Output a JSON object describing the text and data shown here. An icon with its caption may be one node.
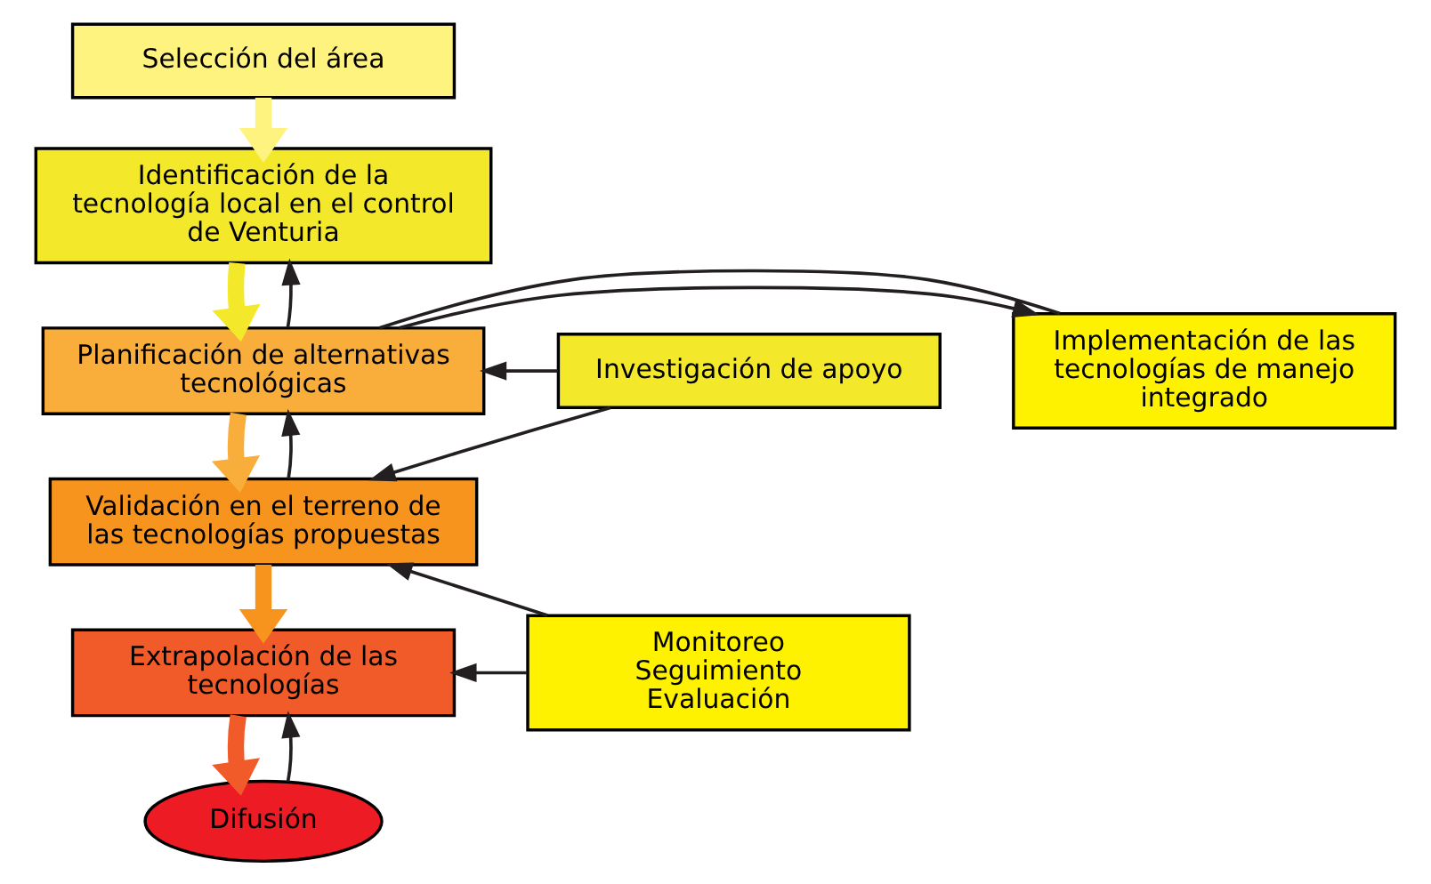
{
  "diagram": {
    "nodes": [
      {
        "text": [
          "Selección del área"
        ]
      },
      {
        "text": [
          "Identificación de la tecnología local en el control de Venturia"
        ]
      },
      {
        "text": [
          "Planificación de alternativas tecnológicas"
        ]
      },
      {
        "text": [
          "Implementación de las tecnologías de manejo integrado"
        ]
      },
      {
        "text": [
          "Investigación de apoyo"
        ]
      },
      {
        "text": [
          "Validación en el terreno de las tecnologías propuestas"
        ]
      },
      {
        "text": [
          "Monitoreo",
          "Seguimiento",
          "Evaluación"
        ]
      },
      {
        "text": [
          "Extrapolación de las tecnologías"
        ]
      },
      {
        "text": [
          "Difusión"
        ]
      }
    ],
    "edges": [
      {
        "from": 0,
        "to": 1,
        "arrow": "to",
        "style": "thick",
        "color": "#fff380"
      },
      {
        "from": 1,
        "to": 2,
        "arrow": "to",
        "style": "thick",
        "color": "#f3e92a"
      },
      {
        "from": 2,
        "to": 5,
        "arrow": "to",
        "style": "thick",
        "color": "#f9ae3c"
      },
      {
        "from": 5,
        "to": 7,
        "arrow": "to",
        "style": "thick",
        "color": "#f7941d"
      },
      {
        "from": 7,
        "to": 8,
        "arrow": "to",
        "style": "thick",
        "color": "#f15a29"
      },
      {
        "from": 2,
        "to": 1,
        "arrow": "to"
      },
      {
        "from": 2,
        "to": 3,
        "arrow": "to"
      },
      {
        "from": 3,
        "to": 2,
        "arrow": "none"
      },
      {
        "from": 4,
        "to": 2,
        "arrow": "to"
      },
      {
        "from": 5,
        "to": 2,
        "arrow": "to"
      },
      {
        "from": 4,
        "to": 5,
        "arrow": "to"
      },
      {
        "from": 6,
        "to": 5,
        "arrow": "to"
      },
      {
        "from": 6,
        "to": 7,
        "arrow": "to"
      },
      {
        "from": 8,
        "to": 7,
        "arrow": "to"
      }
    ]
  }
}
